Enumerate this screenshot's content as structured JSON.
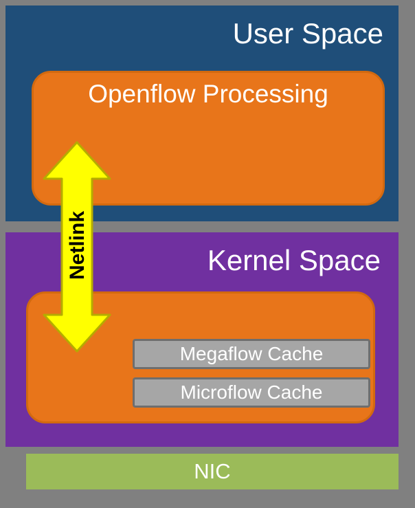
{
  "labels": {
    "user_space": "User Space",
    "openflow_processing": "Openflow Processing",
    "kernel_space": "Kernel Space",
    "megaflow_cache": "Megaflow Cache",
    "microflow_cache": "Microflow Cache",
    "netlink": "Netlink",
    "nic": "NIC"
  },
  "colors": {
    "background": "#808080",
    "user_space_box": "#1F4E79",
    "kernel_space_box": "#7030A0",
    "processing_box_fill": "#E8751A",
    "processing_box_border": "#D2690F",
    "cache_box_fill": "#A6A6A6",
    "cache_box_border": "#6E6E6E",
    "nic_bar": "#9BBB59",
    "arrow_fill": "#FFFF00",
    "arrow_stroke": "#B5AC00",
    "space_label_text": "#FFFFFF",
    "netlink_label_text": "#000000"
  }
}
